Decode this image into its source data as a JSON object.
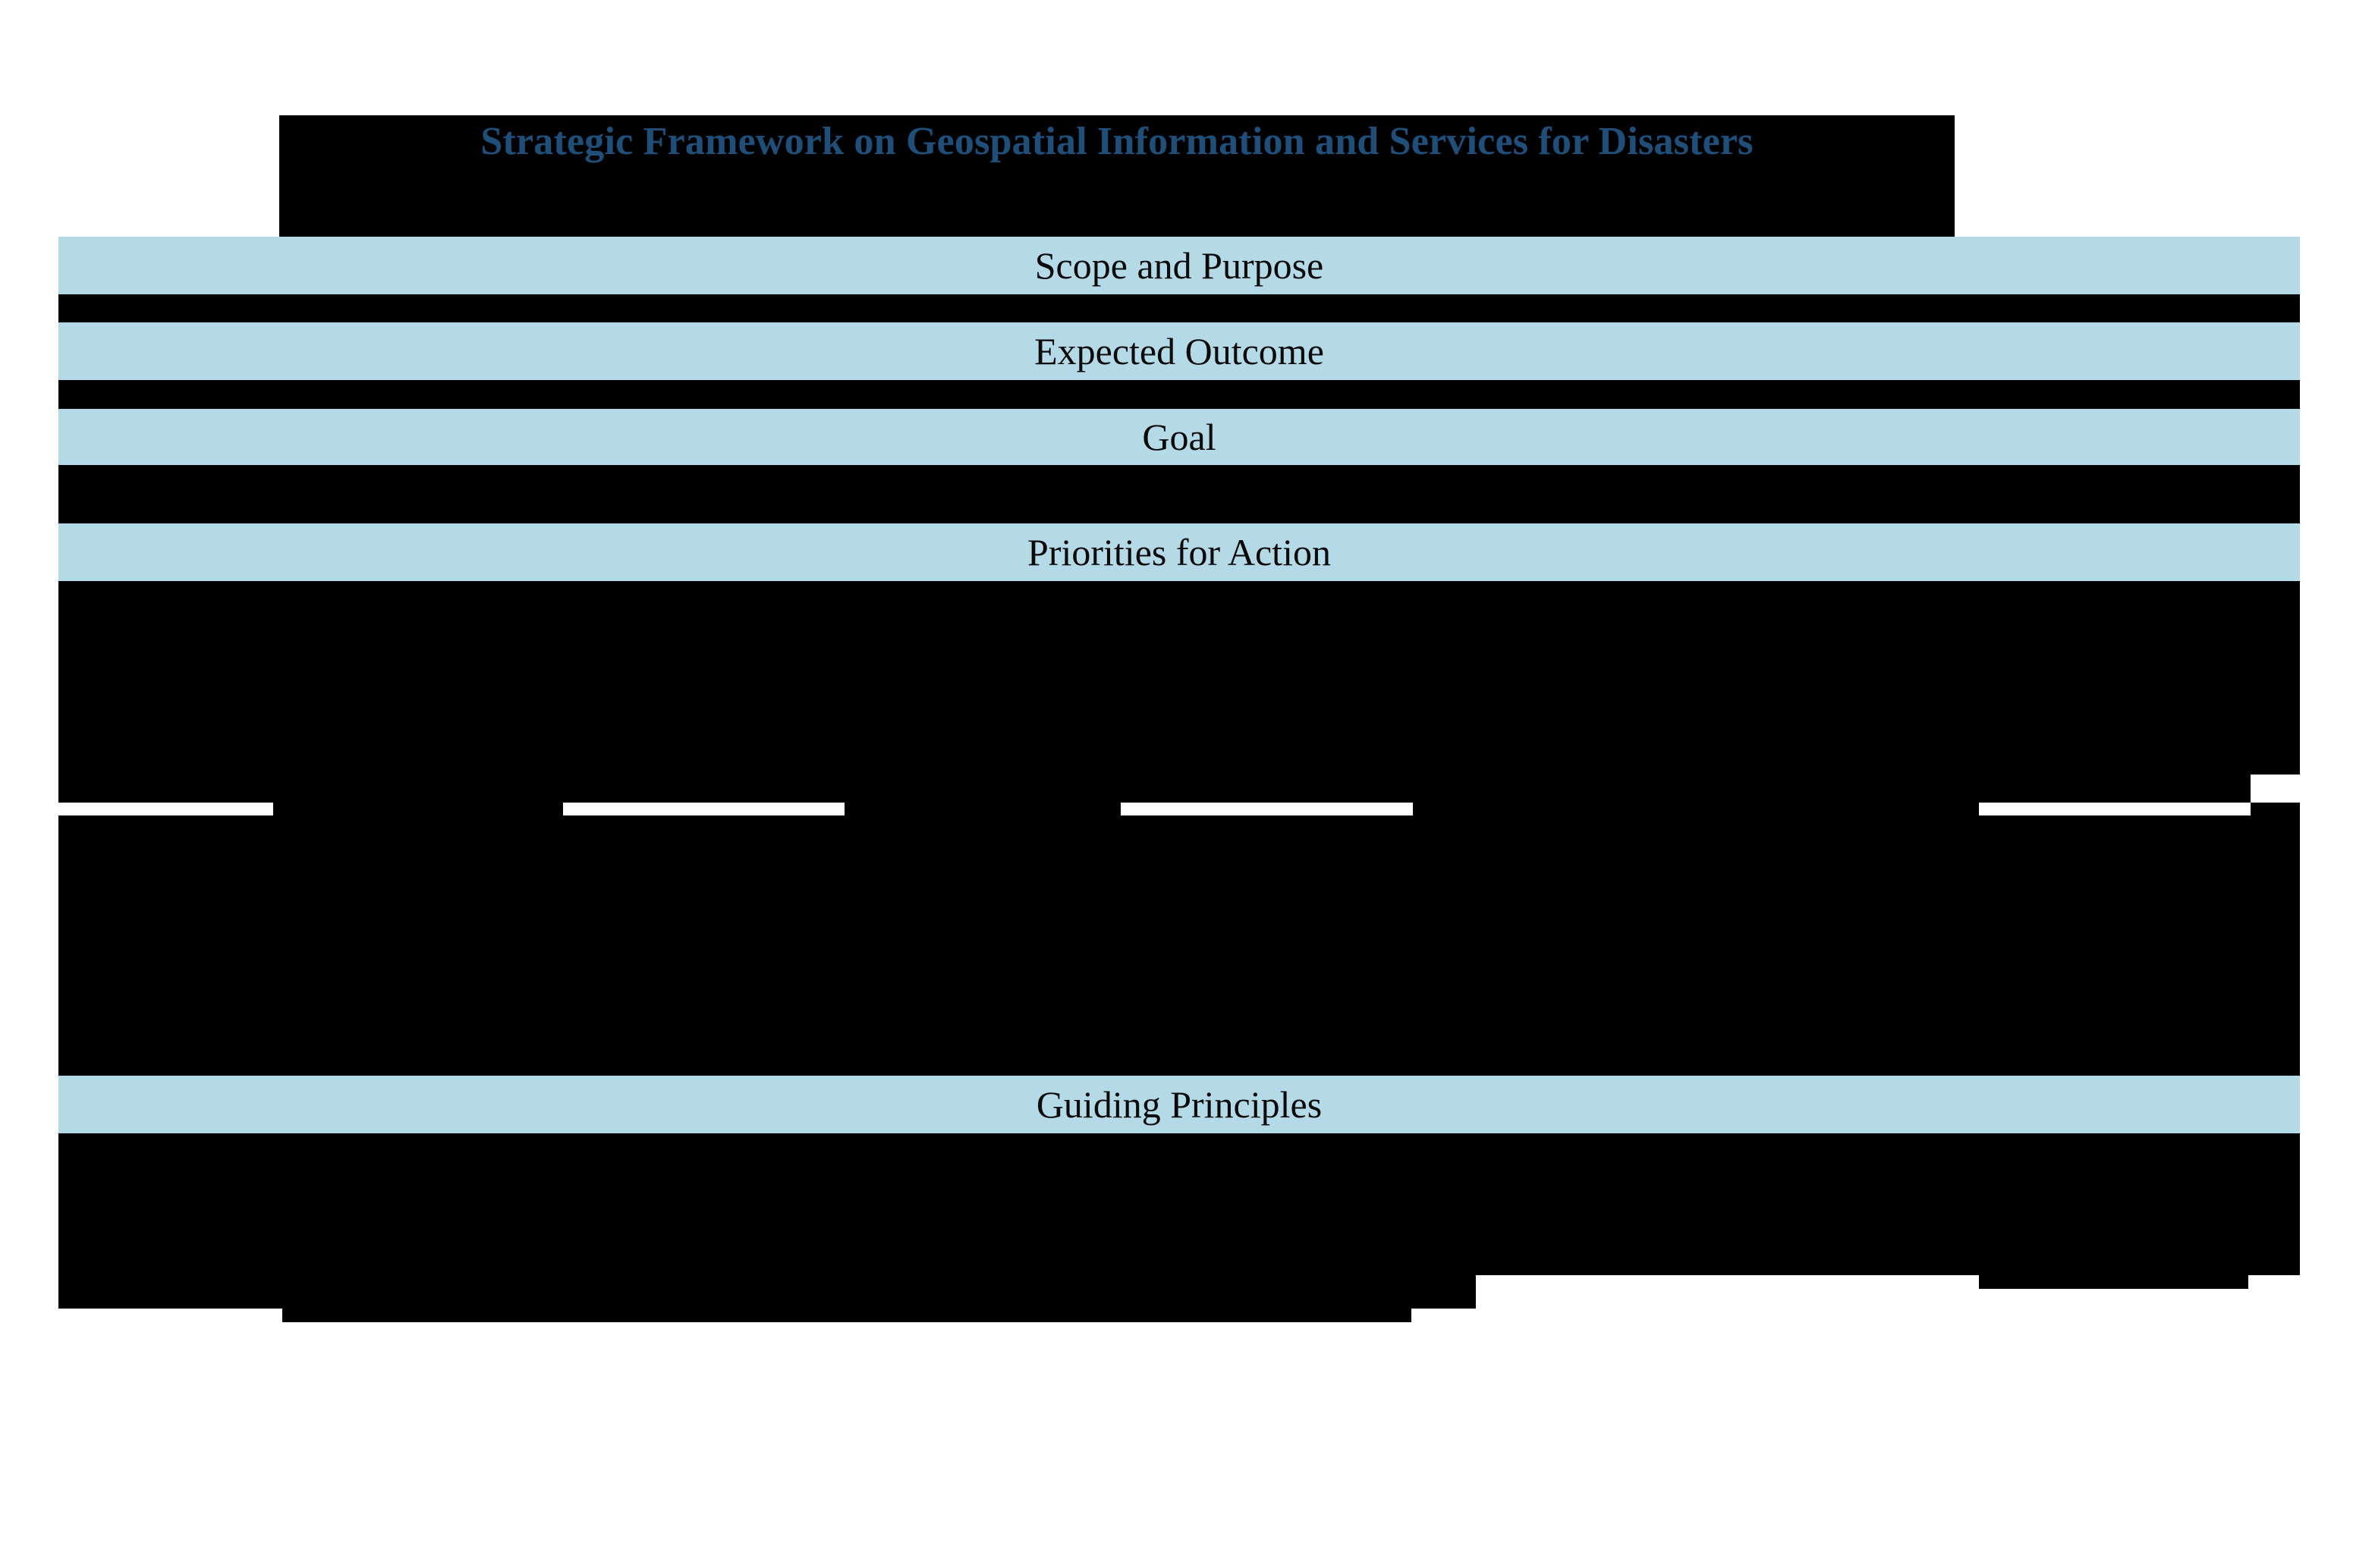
{
  "document": {
    "title": "Strategic Framework on Geospatial Information and Services for Disasters",
    "accent_color_title": "#1F4E79",
    "band_color": "#B5DAE7",
    "redaction_color": "#000000",
    "background_color": "#FFFFFF"
  },
  "sections": [
    {
      "id": "scope-and-purpose",
      "label": "Scope and Purpose"
    },
    {
      "id": "expected-outcome",
      "label": "Expected Outcome"
    },
    {
      "id": "goal",
      "label": "Goal"
    },
    {
      "id": "priorities-for-action",
      "label": "Priorities for Action"
    },
    {
      "id": "guiding-principles",
      "label": "Guiding Principles"
    }
  ]
}
